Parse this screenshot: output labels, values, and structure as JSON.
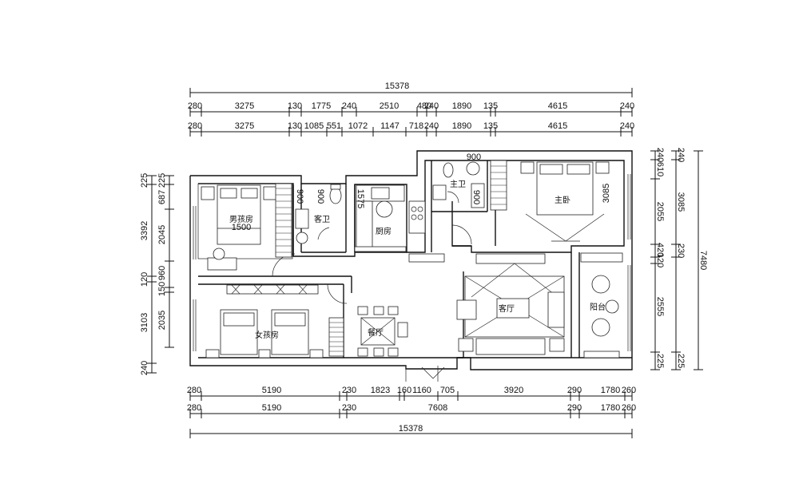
{
  "dimensions": {
    "top_total": "15378",
    "top_row1": [
      "280",
      "3275",
      "130",
      "1775",
      "240",
      "2510",
      "480",
      "240",
      "1890",
      "135",
      "4615",
      "240"
    ],
    "top_row2": [
      "280",
      "3275",
      "130",
      "1085",
      "551",
      "1072",
      "1147",
      "718",
      "240",
      "1890",
      "135",
      "4615",
      "240"
    ],
    "bottom_row1": [
      "280",
      "5190",
      "230",
      "1823",
      "160",
      "1160",
      "705",
      "3920",
      "290",
      "1780",
      "260"
    ],
    "bottom_row2": [
      "280",
      "5190",
      "230",
      "7608",
      "290",
      "1780",
      "260"
    ],
    "bottom_total": "15378",
    "left_outer": [
      "225",
      "3392",
      "120",
      "3103",
      "240"
    ],
    "left_inner": [
      "225",
      "687",
      "2045",
      "960",
      "150",
      "2035"
    ],
    "right_inner": [
      "240",
      "610",
      "2055",
      "420",
      "120",
      "2555",
      "225"
    ],
    "right_mid": [
      "240",
      "3085",
      "230",
      "225"
    ],
    "right_total": "7480",
    "inner_3085": "3085",
    "inner_900_a": "900",
    "inner_900_b": "900",
    "inner_900_c": "900",
    "inner_900_d": "900",
    "inner_1500": "1500",
    "inner_1575": "1575"
  },
  "rooms": {
    "boy_bedroom": "男孩房",
    "guest_bath": "客卫",
    "kitchen": "厨房",
    "master_bath": "主卫",
    "master_bedroom": "主卧",
    "living_room": "客厅",
    "balcony": "阳台",
    "girl_bedroom": "女孩房",
    "dining": "餐厅"
  }
}
